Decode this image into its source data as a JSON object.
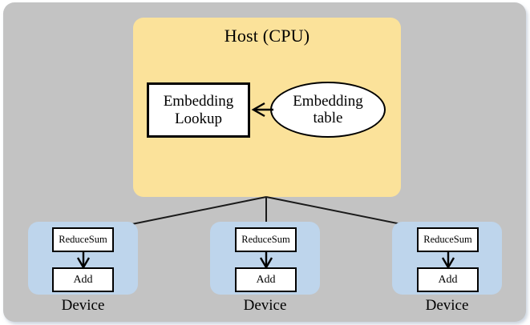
{
  "diagram": {
    "title_host": "Host (CPU)",
    "host": {
      "lookup_label": "Embedding\nLookup",
      "table_label": "Embedding\ntable"
    },
    "devices": [
      {
        "label": "Device",
        "reduce_label": "ReduceSum",
        "add_label": "Add"
      },
      {
        "label": "Device",
        "reduce_label": "ReduceSum",
        "add_label": "Add"
      },
      {
        "label": "Device",
        "reduce_label": "ReduceSum",
        "add_label": "Add"
      }
    ],
    "colors": {
      "backdrop": "#c3c3c3",
      "host_fill": "#fbe29a",
      "device_fill": "#bed5ec",
      "node_fill": "#ffffff",
      "stroke": "#000000",
      "page": "#ffffff"
    }
  }
}
